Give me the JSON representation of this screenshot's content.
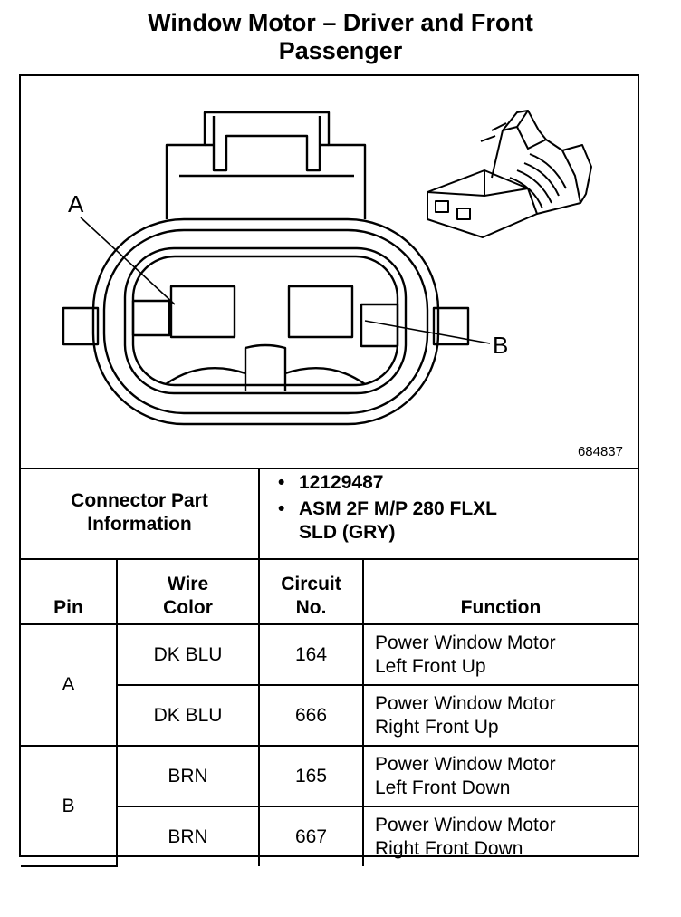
{
  "title": {
    "line1": "Window Motor – Driver and Front",
    "line2": "Passenger"
  },
  "diagram": {
    "pin_label_a": "A",
    "pin_label_b": "B",
    "figure_id": "684837"
  },
  "connector_info": {
    "heading_line1": "Connector Part",
    "heading_line2": "Information",
    "items": [
      {
        "line1": "12129487",
        "line2": ""
      },
      {
        "line1": "ASM 2F M/P 280 FLXL",
        "line2": "SLD (GRY)"
      }
    ]
  },
  "pin_table": {
    "headers": {
      "pin": "Pin",
      "wire_line1": "Wire",
      "wire_line2": "Color",
      "circuit_line1": "Circuit",
      "circuit_line2": "No.",
      "function": "Function"
    },
    "pins": [
      {
        "pin": "A",
        "rows": [
          {
            "wire": "DK BLU",
            "circuit": "164",
            "func1": "Power Window Motor",
            "func2": "Left Front Up"
          },
          {
            "wire": "DK BLU",
            "circuit": "666",
            "func1": "Power Window Motor",
            "func2": "Right Front Up"
          }
        ]
      },
      {
        "pin": "B",
        "rows": [
          {
            "wire": "BRN",
            "circuit": "165",
            "func1": "Power Window Motor",
            "func2": "Left Front Down"
          },
          {
            "wire": "BRN",
            "circuit": "667",
            "func1": "Power Window Motor",
            "func2": "Right Front Down"
          }
        ]
      }
    ]
  }
}
